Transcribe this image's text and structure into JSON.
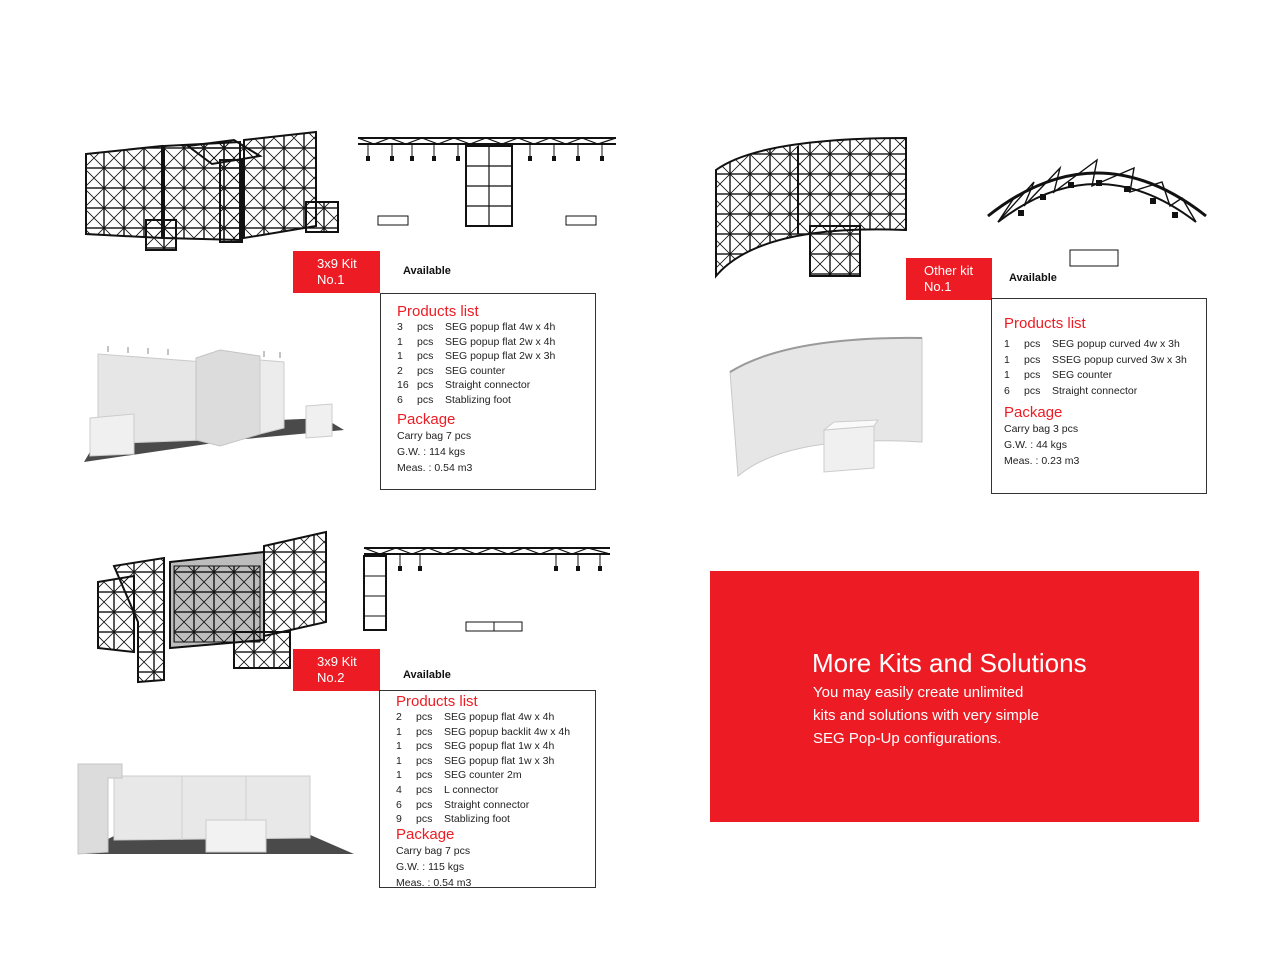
{
  "kit1": {
    "tag_line1": "3x9 Kit",
    "tag_line2": "No.1",
    "availability": "Available",
    "products_title": "Products list",
    "products": [
      {
        "qty": "3",
        "unit": "pcs",
        "item": "SEG popup flat 4w x 4h"
      },
      {
        "qty": "1",
        "unit": "pcs",
        "item": "SEG popup flat 2w x 4h"
      },
      {
        "qty": "1",
        "unit": "pcs",
        "item": "SEG popup flat 2w x 3h"
      },
      {
        "qty": "2",
        "unit": "pcs",
        "item": "SEG counter"
      },
      {
        "qty": "16",
        "unit": "pcs",
        "item": "Straight connector"
      },
      {
        "qty": "6",
        "unit": "pcs",
        "item": "Stablizing foot"
      }
    ],
    "package_title": "Package",
    "package": [
      "Carry bag    7 pcs",
      "G.W.   :  114 kgs",
      "Meas. : 0.54 m3"
    ]
  },
  "kit2": {
    "tag_line1": "3x9 Kit",
    "tag_line2": "No.2",
    "availability": "Available",
    "products_title": "Products list",
    "products": [
      {
        "qty": "2",
        "unit": "pcs",
        "item": "SEG popup flat 4w x 4h"
      },
      {
        "qty": "1",
        "unit": "pcs",
        "item": "SEG popup backlit 4w x 4h"
      },
      {
        "qty": "1",
        "unit": "pcs",
        "item": "SEG popup flat 1w x 4h"
      },
      {
        "qty": "1",
        "unit": "pcs",
        "item": "SEG popup flat 1w x 3h"
      },
      {
        "qty": "1",
        "unit": "pcs",
        "item": "SEG counter 2m"
      },
      {
        "qty": "4",
        "unit": "pcs",
        "item": "L connector"
      },
      {
        "qty": "6",
        "unit": "pcs",
        "item": "Straight connector"
      },
      {
        "qty": "9",
        "unit": "pcs",
        "item": "Stablizing foot"
      }
    ],
    "package_title": "Package",
    "package": [
      "Carry bag    7 pcs",
      "G.W.   :  115 kgs",
      "Meas. : 0.54 m3"
    ]
  },
  "kit3": {
    "tag_line1": "Other kit",
    "tag_line2": "No.1",
    "availability": "Available",
    "products_title": "Products list",
    "products": [
      {
        "qty": "1",
        "unit": "pcs",
        "item": "SEG popup curved  4w x 3h"
      },
      {
        "qty": "1",
        "unit": "pcs",
        "item": "SSEG popup curved  3w x 3h"
      },
      {
        "qty": "1",
        "unit": "pcs",
        "item": "SEG counter"
      },
      {
        "qty": "6",
        "unit": "pcs",
        "item": "Straight connector"
      }
    ],
    "package_title": "Package",
    "package": [
      "Carry bag    3 pcs",
      "G.W.   :  44 kgs",
      "Meas. : 0.23 m3"
    ]
  },
  "promo": {
    "title": "More Kits and Solutions",
    "line1": "You may easily create unlimited",
    "line2": "kits and solutions with very simple",
    "line3": "SEG Pop-Up configurations."
  },
  "colors": {
    "accent": "#ed1c24",
    "frame": "#111111",
    "render_wall": "#e6e6e6",
    "render_floor": "#4a4a4a"
  }
}
